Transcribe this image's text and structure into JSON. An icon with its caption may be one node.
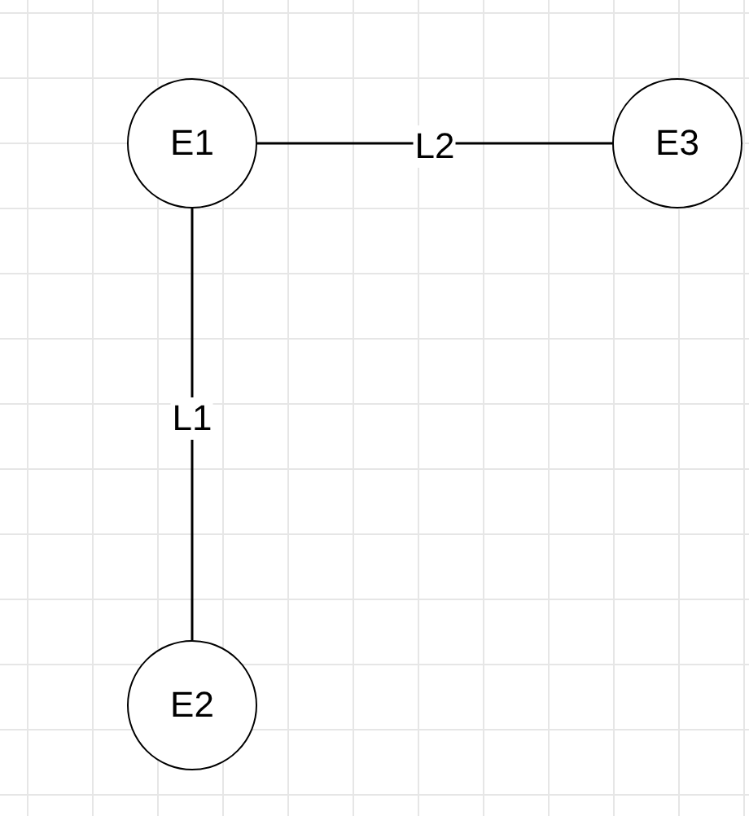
{
  "diagram": {
    "nodes": [
      {
        "text": [
          "E1"
        ]
      },
      {
        "text": [
          "E3"
        ]
      },
      {
        "text": [
          "E2"
        ]
      }
    ],
    "edges": [
      {
        "from": 0,
        "to": 1,
        "arrow": "none",
        "label": "L2"
      },
      {
        "from": 0,
        "to": 2,
        "arrow": "none",
        "label": "L1"
      }
    ]
  }
}
